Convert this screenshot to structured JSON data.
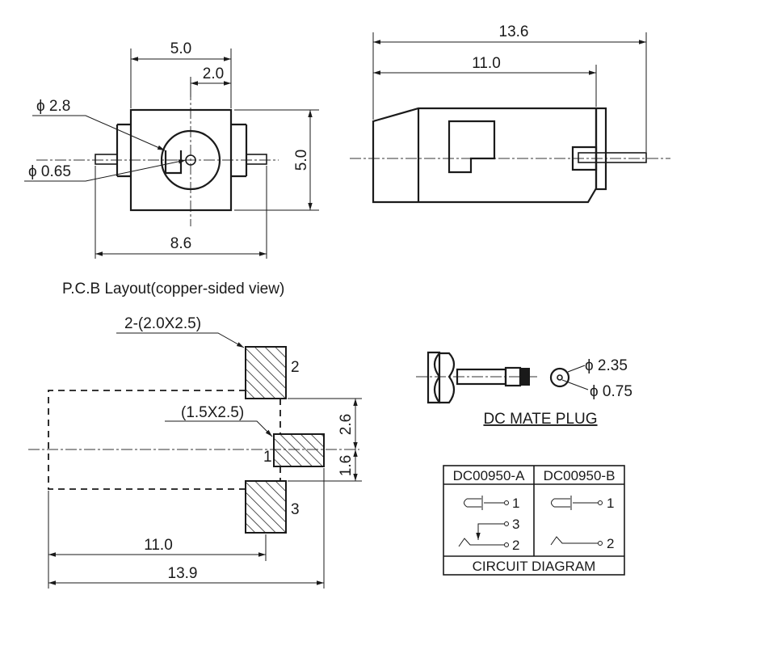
{
  "front_view": {
    "width_dim": "5.0",
    "offset_dim": "2.0",
    "hole_dia": "ϕ 2.8",
    "pin_dia": "ϕ 0.65",
    "height_dim": "5.0",
    "overall_width_dim": "8.6"
  },
  "side_view": {
    "overall_length_dim": "13.6",
    "body_length_dim": "11.0"
  },
  "pcb_layout": {
    "title": "P.C.B Layout(copper-sided view)",
    "pad_size_label": "2-(2.0X2.5)",
    "pad1_size_label": "(1.5X2.5)",
    "pad_numbers": [
      "2",
      "1",
      "3"
    ],
    "spacing_upper": "2.6",
    "spacing_lower": "1.6",
    "inner_length": "11.0",
    "overall_length": "13.9"
  },
  "mate_plug": {
    "outer_dia": "ϕ 2.35",
    "inner_dia": "ϕ 0.75",
    "caption": "DC MATE PLUG"
  },
  "circuit_table": {
    "col_a": "DC00950-A",
    "col_b": "DC00950-B",
    "a_pins": [
      "1",
      "3",
      "2"
    ],
    "b_pins": [
      "1",
      "2"
    ],
    "footer": "CIRCUIT DIAGRAM"
  }
}
